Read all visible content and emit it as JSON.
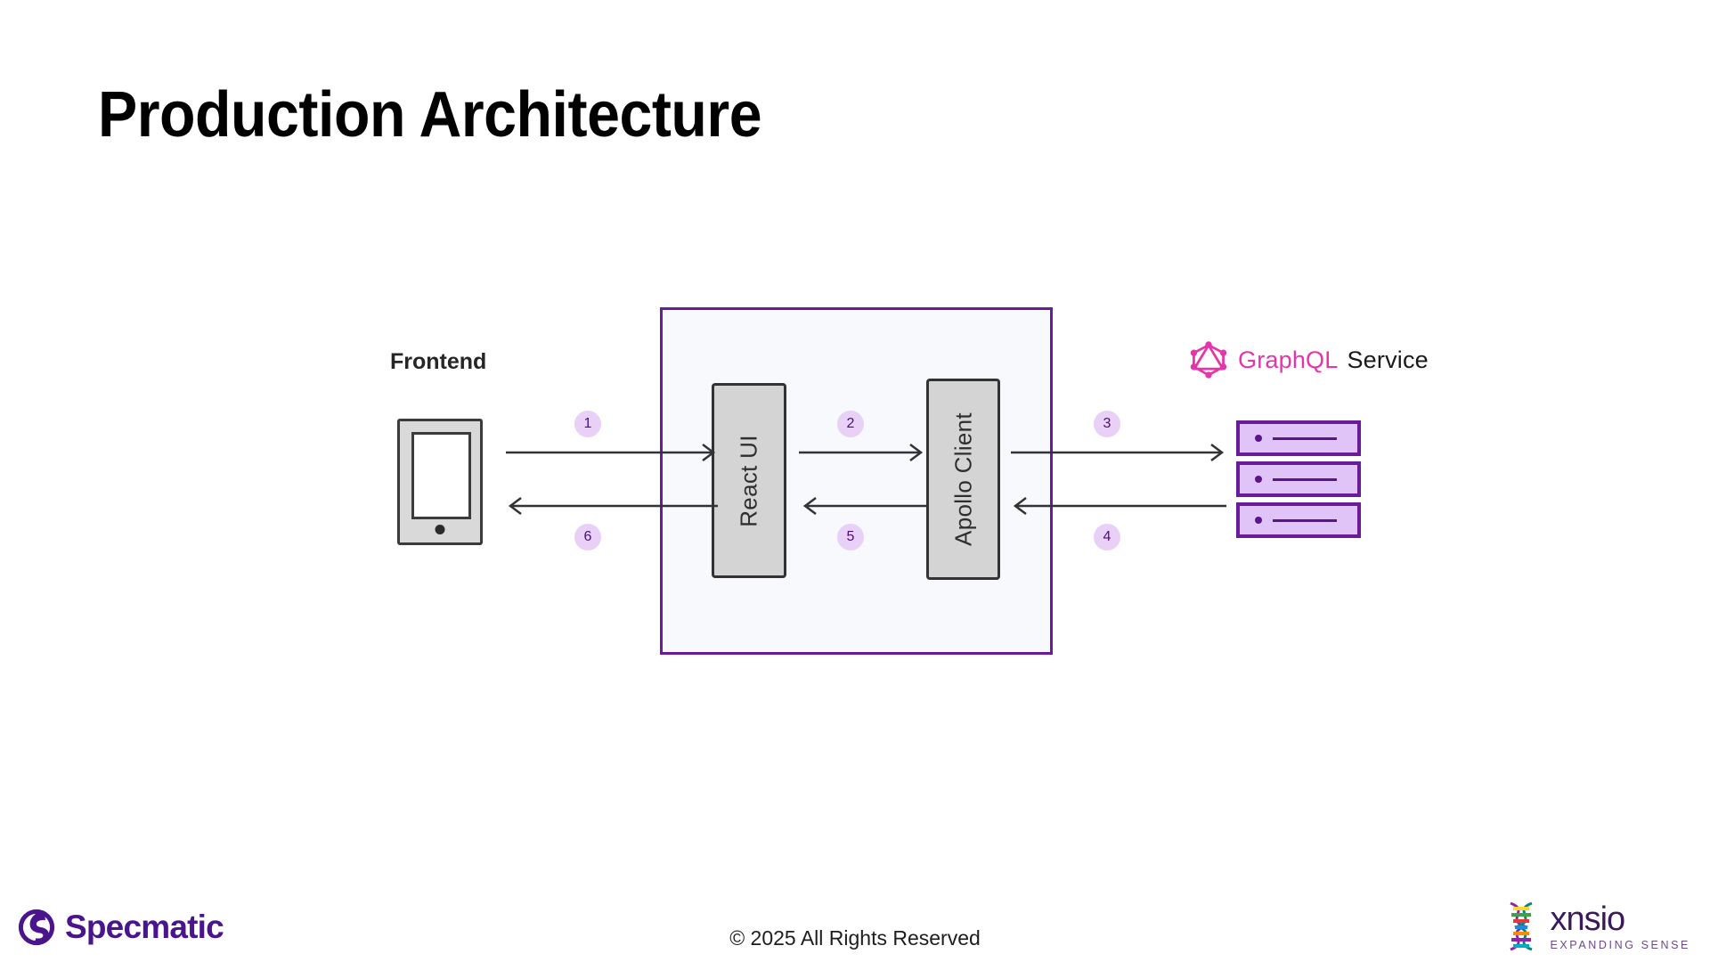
{
  "slide": {
    "title": "Production Architecture"
  },
  "frontend": {
    "label": "Frontend",
    "device_icon": "mobile-device-icon"
  },
  "app_container": {
    "components": [
      {
        "label": "React UI"
      },
      {
        "label": "Apollo Client"
      }
    ]
  },
  "graphql_service": {
    "logo_icon": "graphql-logo-icon",
    "brand": "GraphQL",
    "suffix": "Service",
    "brand_color": "#e535ab",
    "rack_units": [
      {
        "label": ""
      },
      {
        "label": ""
      },
      {
        "label": ""
      }
    ]
  },
  "flow": {
    "badges": [
      {
        "id": "1",
        "label": "1",
        "direction": "right",
        "segment": "device-to-react"
      },
      {
        "id": "2",
        "label": "2",
        "direction": "right",
        "segment": "react-to-apollo"
      },
      {
        "id": "3",
        "label": "3",
        "direction": "right",
        "segment": "apollo-to-service"
      },
      {
        "id": "4",
        "label": "4",
        "direction": "left",
        "segment": "service-to-apollo"
      },
      {
        "id": "5",
        "label": "5",
        "direction": "left",
        "segment": "apollo-to-react"
      },
      {
        "id": "6",
        "label": "6",
        "direction": "left",
        "segment": "react-to-device"
      }
    ]
  },
  "footer": {
    "copyright": "© 2025 All Rights Reserved",
    "specmatic": {
      "name": "Specmatic",
      "mark": "specmatic-s-mark-icon"
    },
    "xnsio": {
      "name": "xnsio",
      "tagline": "EXPANDING SENSE",
      "mark": "xnsio-helix-icon"
    }
  },
  "colors": {
    "container_border": "#6a1b9a",
    "container_fill": "#f7f9fc",
    "badge_fill": "#e8d0f7",
    "badge_text": "#4b0f7a",
    "rack_fill": "#e0c3f7",
    "rack_border": "#6a1b9a",
    "component_fill": "#d4d4d4",
    "component_border": "#333333",
    "arrow": "#333333",
    "graphql_pink": "#e535ab",
    "specmatic_purple": "#4a148c"
  }
}
